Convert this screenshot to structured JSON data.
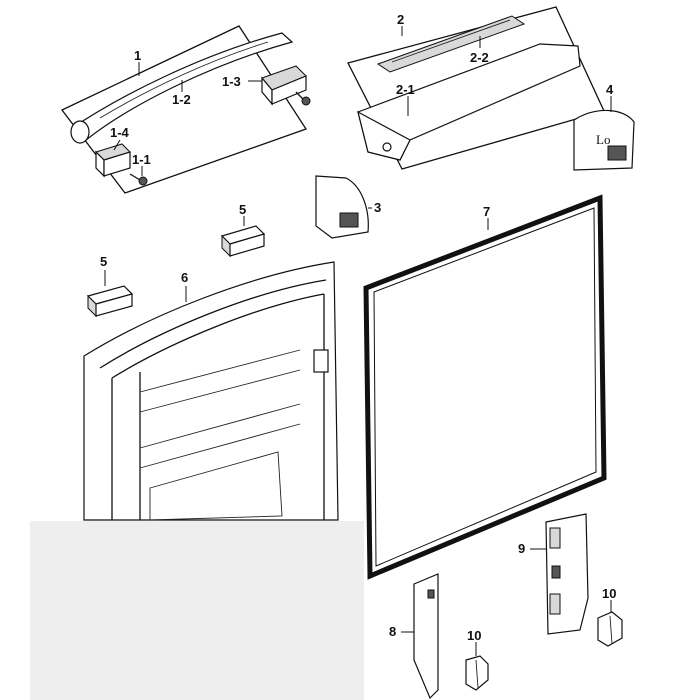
{
  "labels": {
    "p1": "1",
    "p1_1": "1-1",
    "p1_2": "1-2",
    "p1_3": "1-3",
    "p1_4": "1-4",
    "p2": "2",
    "p2_1": "2-1",
    "p2_2": "2-2",
    "p3": "3",
    "p4": "4",
    "p5a": "5",
    "p5b": "5",
    "p6": "6",
    "p7": "7",
    "p8": "8",
    "p9": "9",
    "p10a": "10",
    "p10b": "10"
  },
  "lo_mark": "Lo"
}
